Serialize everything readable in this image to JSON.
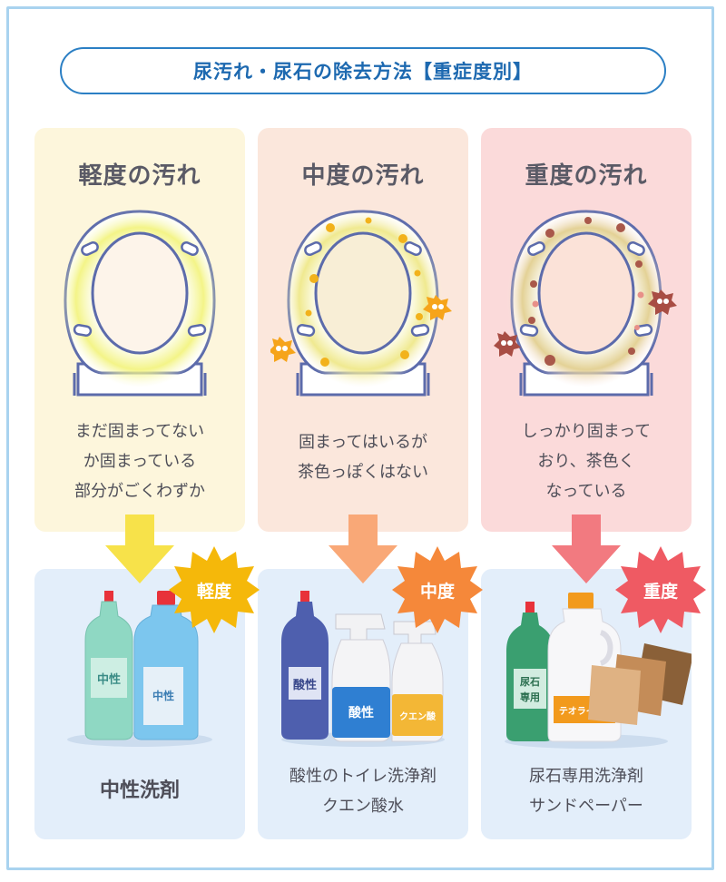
{
  "title": "尿汚れ・尿石の除去方法【重症度別】",
  "levels": [
    {
      "title": "軽度の汚れ",
      "description": [
        "まだ固まってない",
        "か固まっている",
        "部分がごくわずか"
      ],
      "badge": "軽度",
      "product_labels": [
        "中性",
        "中性"
      ],
      "solution": [
        "中性洗剤"
      ],
      "card_color": "#fdf6dc",
      "arrow_color": "#f7e24a",
      "badge_color": "#f5b80a"
    },
    {
      "title": "中度の汚れ",
      "description": [
        "固まってはいるが",
        "茶色っぽくはない"
      ],
      "badge": "中度",
      "product_labels": [
        "酸性",
        "酸性",
        "クエン酸"
      ],
      "solution": [
        "酸性のトイレ洗浄剤",
        "クエン酸水"
      ],
      "card_color": "#fbe7dc",
      "arrow_color": "#f9a877",
      "badge_color": "#f5883a"
    },
    {
      "title": "重度の汚れ",
      "description": [
        "しっかり固まって",
        "おり、茶色く",
        "なっている"
      ],
      "badge": "重度",
      "product_labels": [
        "尿石",
        "専用",
        "テオライトL"
      ],
      "solution": [
        "尿石専用洗浄剤",
        "サンドペーパー"
      ],
      "card_color": "#fbdada",
      "arrow_color": "#f27a80",
      "badge_color": "#ef5a63"
    }
  ]
}
